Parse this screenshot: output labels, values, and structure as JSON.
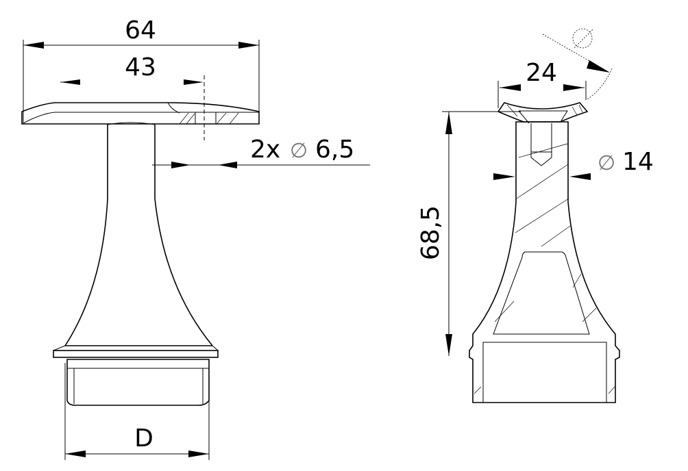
{
  "drawing": {
    "front_view": {
      "overall_width": "64",
      "hole_spacing": "43",
      "holes_callout": "2x",
      "hole_diameter": "6,5",
      "diameter_symbol": "∅",
      "base_diameter": "D"
    },
    "side_view": {
      "saddle_width": "24",
      "height": "68,5",
      "stem_diameter": "14",
      "diameter_symbol": "∅",
      "saddle_radius_symbol": "∅"
    }
  }
}
